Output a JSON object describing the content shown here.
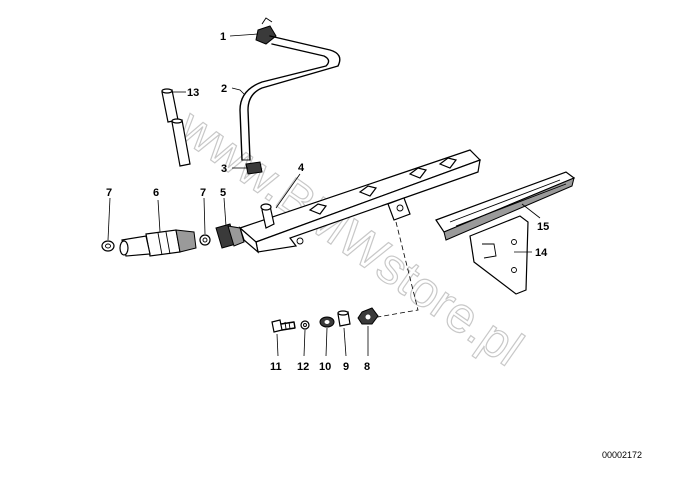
{
  "watermark": "www.BMWstore.pl",
  "reference_number": "00002172",
  "callouts": [
    {
      "id": "1",
      "label": "1"
    },
    {
      "id": "2",
      "label": "2"
    },
    {
      "id": "3",
      "label": "3"
    },
    {
      "id": "4",
      "label": "4"
    },
    {
      "id": "5",
      "label": "5"
    },
    {
      "id": "6",
      "label": "6"
    },
    {
      "id": "7a",
      "label": "7"
    },
    {
      "id": "7b",
      "label": "7"
    },
    {
      "id": "8",
      "label": "8"
    },
    {
      "id": "9",
      "label": "9"
    },
    {
      "id": "10",
      "label": "10"
    },
    {
      "id": "11",
      "label": "11"
    },
    {
      "id": "12",
      "label": "12"
    },
    {
      "id": "13",
      "label": "13"
    },
    {
      "id": "14",
      "label": "14"
    },
    {
      "id": "15",
      "label": "15"
    }
  ]
}
